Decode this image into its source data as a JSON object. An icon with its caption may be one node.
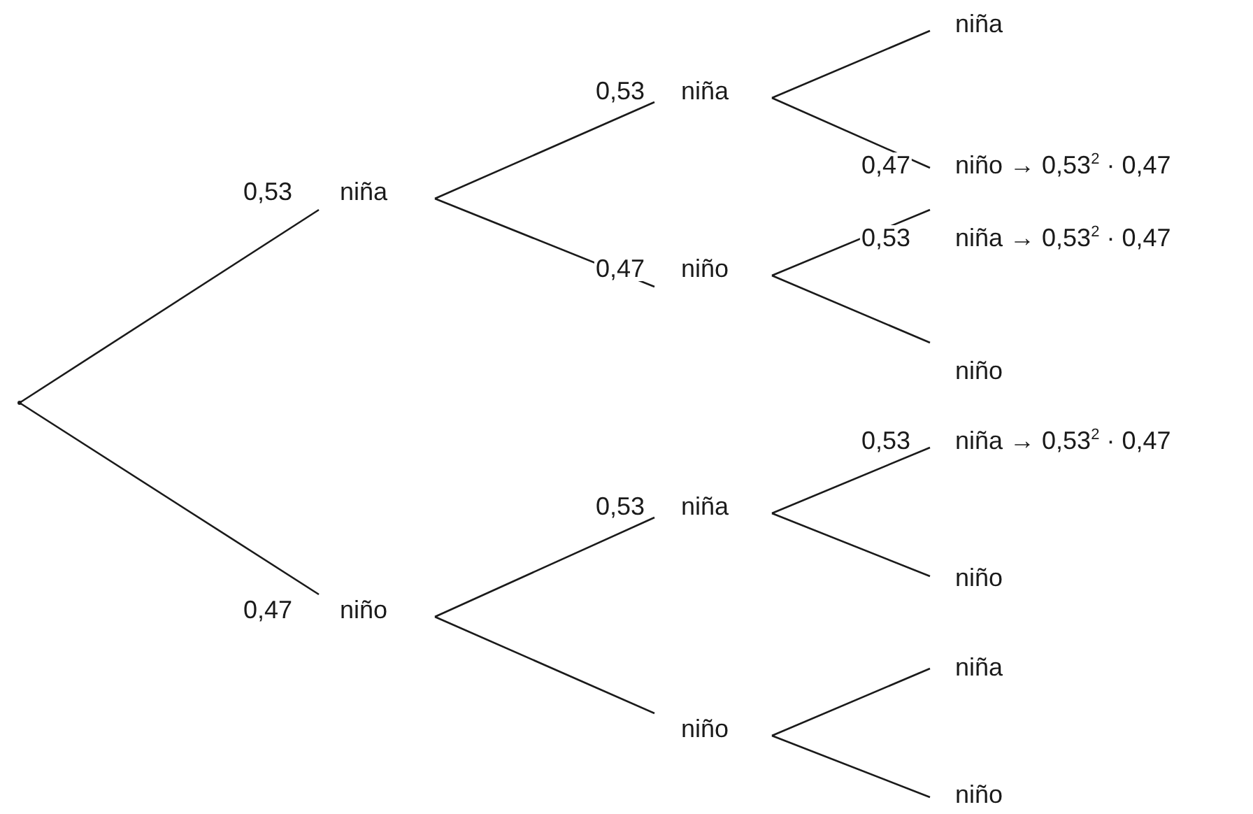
{
  "diagram": {
    "nodes": [
      {
        "text": [],
        "shape": "point"
      },
      {
        "text": [
          "niña"
        ]
      },
      {
        "text": [
          "niña"
        ]
      },
      {
        "text": [
          "niña"
        ]
      },
      {
        "text": [
          "niño → 0,53$^{2}$ · 0,47"
        ]
      },
      {
        "text": [
          "niño"
        ]
      },
      {
        "text": [
          "niña → 0,53$^{2}$ · 0,47"
        ]
      },
      {
        "text": [
          "niño"
        ]
      },
      {
        "text": [
          "niño"
        ]
      },
      {
        "text": [
          "niña"
        ]
      },
      {
        "text": [
          "niña → 0,53$^{2}$ · 0,47"
        ]
      },
      {
        "text": [
          "niño"
        ]
      },
      {
        "text": [
          "niño"
        ]
      },
      {
        "text": [
          "niña"
        ]
      },
      {
        "text": [
          "niño"
        ]
      }
    ],
    "edges": [
      {
        "from": 0,
        "to": 1,
        "arrow": "none",
        "label": "0,53"
      },
      {
        "from": 1,
        "to": 2,
        "arrow": "none",
        "label": "0,53"
      },
      {
        "from": 2,
        "to": 3,
        "arrow": "none"
      },
      {
        "from": 2,
        "to": 4,
        "arrow": "none",
        "label": "0,47"
      },
      {
        "from": 1,
        "to": 5,
        "arrow": "none",
        "label": "0,47"
      },
      {
        "from": 5,
        "to": 6,
        "arrow": "none",
        "label": "0,53"
      },
      {
        "from": 5,
        "to": 7,
        "arrow": "none"
      },
      {
        "from": 0,
        "to": 8,
        "arrow": "none",
        "label": "0,47"
      },
      {
        "from": 8,
        "to": 9,
        "arrow": "none",
        "label": "0,53"
      },
      {
        "from": 9,
        "to": 10,
        "arrow": "none",
        "label": "0,53"
      },
      {
        "from": 9,
        "to": 11,
        "arrow": "none"
      },
      {
        "from": 8,
        "to": 12,
        "arrow": "none"
      },
      {
        "from": 12,
        "to": 13,
        "arrow": "none"
      },
      {
        "from": 12,
        "to": 14,
        "arrow": "none"
      }
    ]
  }
}
